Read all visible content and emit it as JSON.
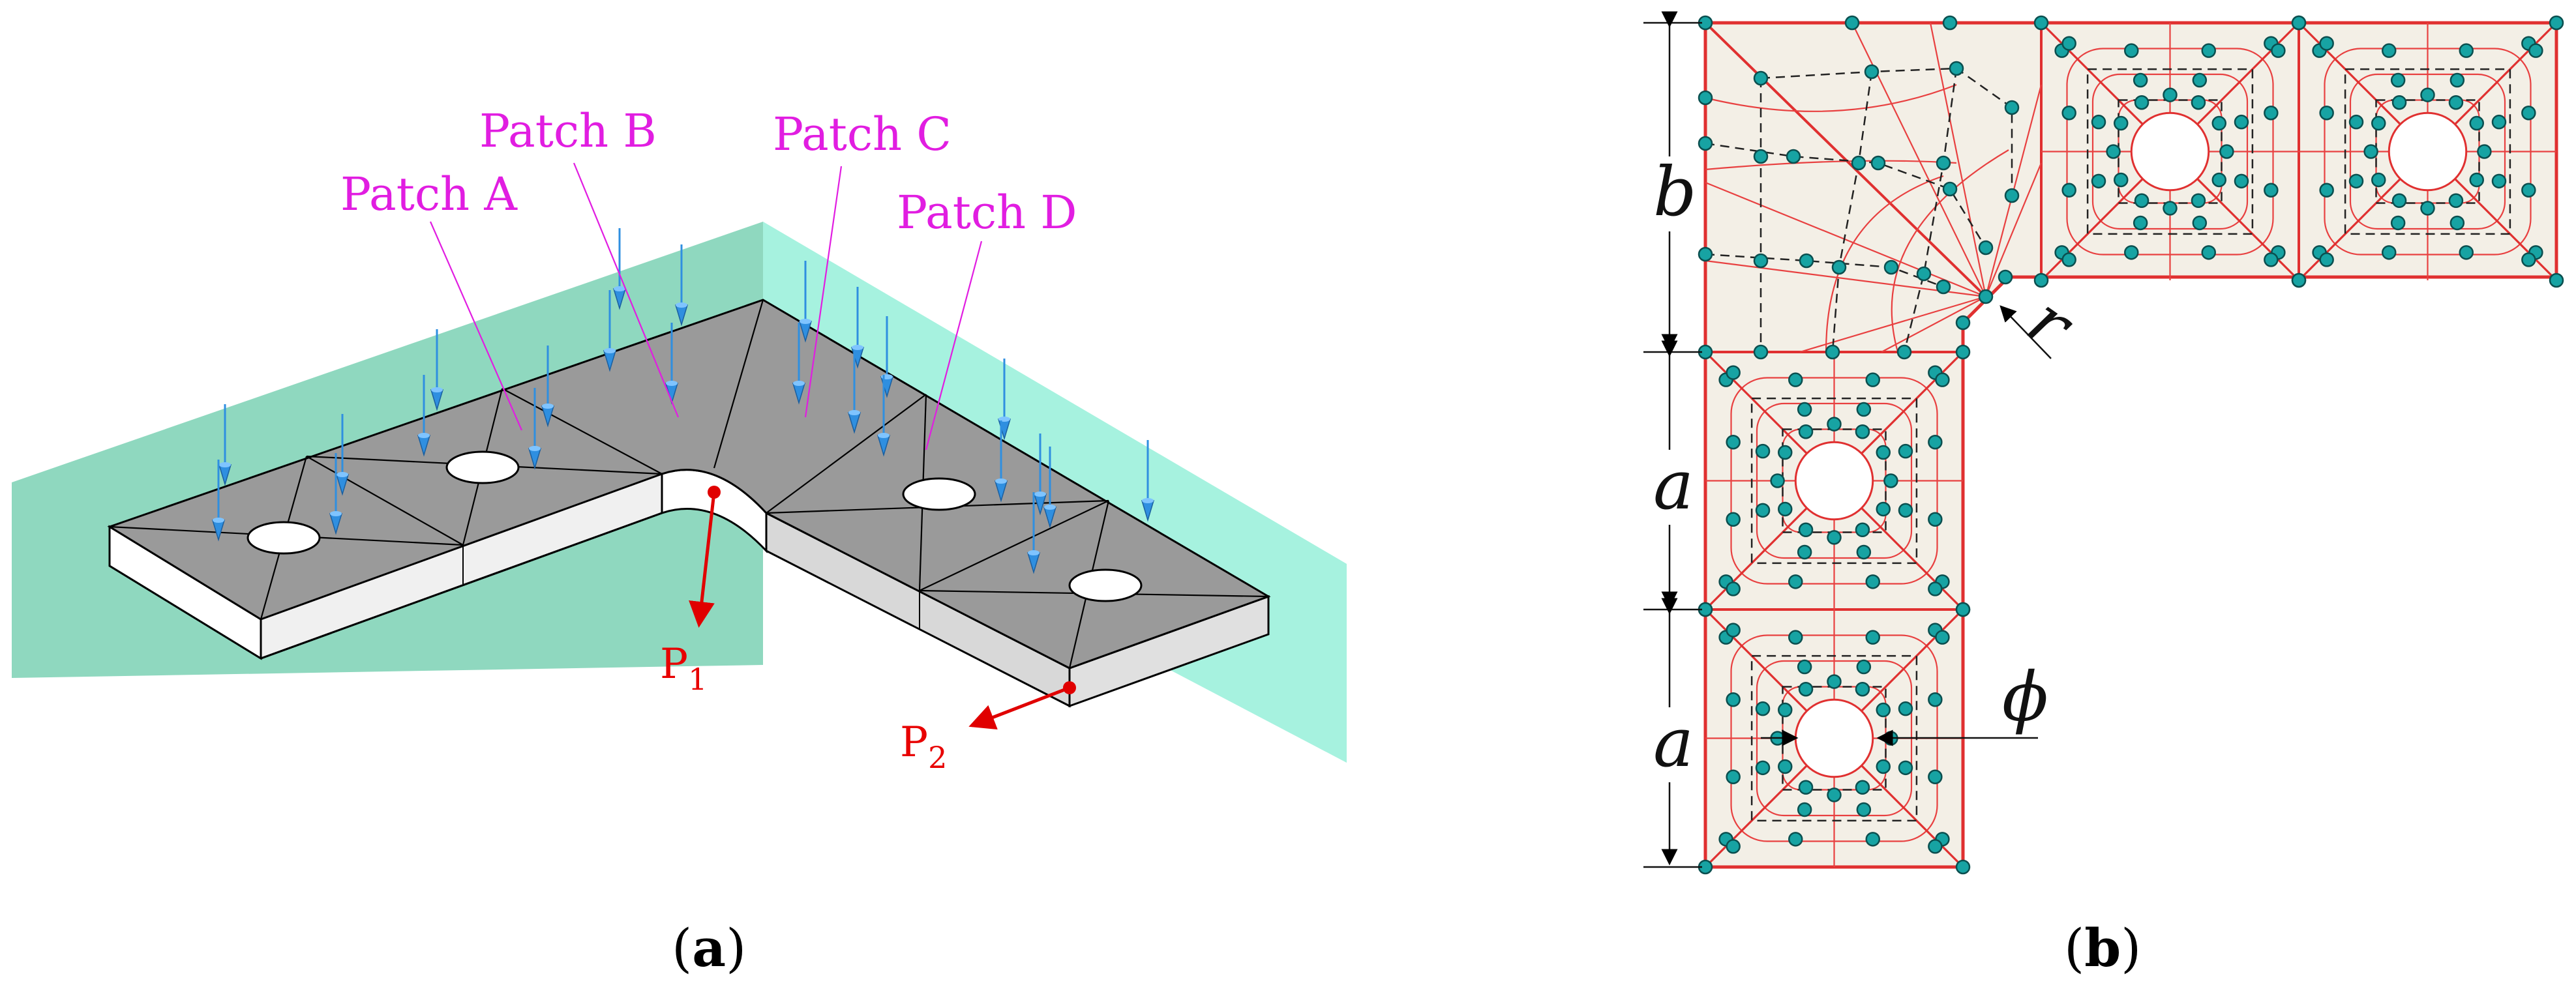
{
  "panel_a": {
    "patches": [
      "Patch A",
      "Patch B",
      "Patch C",
      "Patch D"
    ],
    "loads": {
      "p1_main": "P",
      "p1_sub": "1",
      "p2_main": "P",
      "p2_sub": "2"
    },
    "colors": {
      "wall": "#8fd8bf",
      "wall_light": "#a6f2df",
      "top": "#9a9a9a",
      "side": "#f2f2f2",
      "arrow": "#2f8fe0",
      "load": "#e00000",
      "patch_text": "#e11de1"
    }
  },
  "panel_b": {
    "dimensions": {
      "b": "b",
      "a1": "a",
      "a2": "a",
      "r": "r",
      "phi": "ϕ"
    },
    "colors": {
      "fill": "#f3efe6",
      "edge": "#e03030",
      "control_point": "#17a3a3",
      "polygon": "#222222"
    }
  },
  "captions": {
    "a": "a",
    "b": "b"
  }
}
